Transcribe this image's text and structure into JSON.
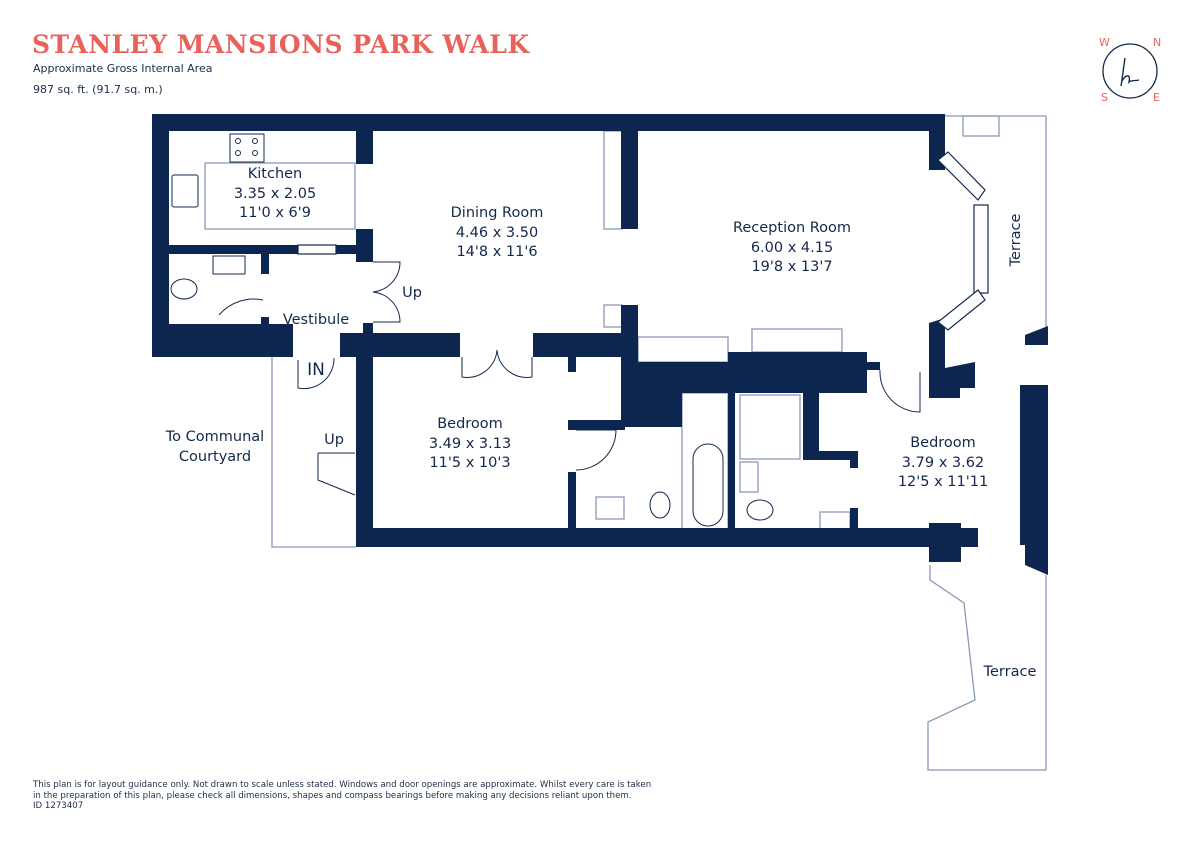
{
  "header": {
    "title": "STANLEY MANSIONS PARK WALK",
    "area_label": "Approximate Gross Internal Area",
    "area_value": "987 sq. ft. (91.7 sq. m.)"
  },
  "compass": {
    "n": "N",
    "s": "S",
    "e": "E",
    "w": "W",
    "logo": "h"
  },
  "rooms": {
    "kitchen": {
      "name": "Kitchen",
      "metric": "3.35 x 2.05",
      "imperial": "11'0 x 6'9"
    },
    "dining": {
      "name": "Dining Room",
      "metric": "4.46 x 3.50",
      "imperial": "14'8 x 11'6"
    },
    "reception": {
      "name": "Reception Room",
      "metric": "6.00 x 4.15",
      "imperial": "19'8 x 13'7"
    },
    "bedroom1": {
      "name": "Bedroom",
      "metric": "3.49 x 3.13",
      "imperial": "11'5 x 10'3"
    },
    "bedroom2": {
      "name": "Bedroom",
      "metric": "3.79 x 3.62",
      "imperial": "12'5 x 11'11"
    }
  },
  "labels": {
    "vestibule": "Vestibule",
    "up_stairs": "Up",
    "entrance": "IN",
    "up_courtyard": "Up",
    "courtyard": "To Communal\nCourtyard",
    "terrace_upper": "Terrace",
    "terrace_lower": "Terrace"
  },
  "colors": {
    "wall": "#0d2650",
    "accent": "#e8625b",
    "outline": "#8a99b3"
  },
  "footer": {
    "line1": "This plan is for layout guidance only. Not drawn to scale unless stated. Windows and door openings are approximate. Whilst every care is taken",
    "line2": "in the preparation of this plan, please check all dimensions, shapes and compass bearings before making any decisions reliant upon them.",
    "id": "ID 1273407"
  }
}
